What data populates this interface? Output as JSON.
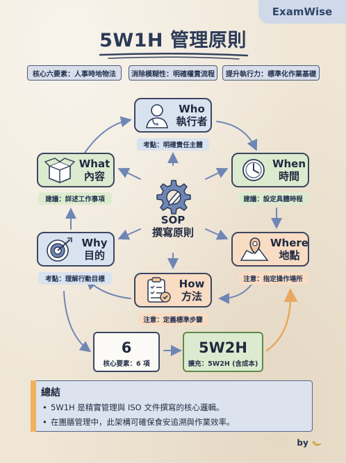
{
  "brand": "ExamWise",
  "title": "5W1H 管理原則",
  "tags": [
    "核心六要素：人事時地物法",
    "消除模糊性：明確權責流程",
    "提升執行力：標準化作業基礎"
  ],
  "center": {
    "line1": "SOP",
    "line2": "撰寫原則"
  },
  "cards": {
    "who": {
      "en": "Who",
      "zh": "執行者",
      "note": "考點：明確責任主體",
      "icon": "doctor-icon",
      "color": "#d9e2ef"
    },
    "when": {
      "en": "When",
      "zh": "時間",
      "note": "建議：設定具體時程",
      "icon": "clock-icon",
      "color": "#dcebcf"
    },
    "where": {
      "en": "Where",
      "zh": "地點",
      "note": "注意：指定操作場所",
      "icon": "map-pin-icon",
      "color": "#f8dcc3"
    },
    "how": {
      "en": "How",
      "zh": "方法",
      "note": "注意：定義標準步驟",
      "icon": "clipboard-check-icon",
      "color": "#f8dcc3"
    },
    "why": {
      "en": "Why",
      "zh": "目的",
      "note": "考點：理解行動目標",
      "icon": "target-icon",
      "color": "#d9e2ef"
    },
    "what": {
      "en": "What",
      "zh": "內容",
      "note": "建議：詳述工作事項",
      "icon": "box-icon",
      "color": "#dcebcf"
    }
  },
  "box6": {
    "big": "6",
    "small": "核心要素：6 項"
  },
  "box5w2h": {
    "big": "5W2H",
    "small": "擴充：5W2H (含成本)"
  },
  "summary": {
    "head": "總結",
    "lines": [
      "5W1H 是精實管理與 ISO 文件撰寫的核心邏輯。",
      "在團膳管理中，此架構可確保食安追溯與作業效率。"
    ]
  },
  "signature": "by"
}
